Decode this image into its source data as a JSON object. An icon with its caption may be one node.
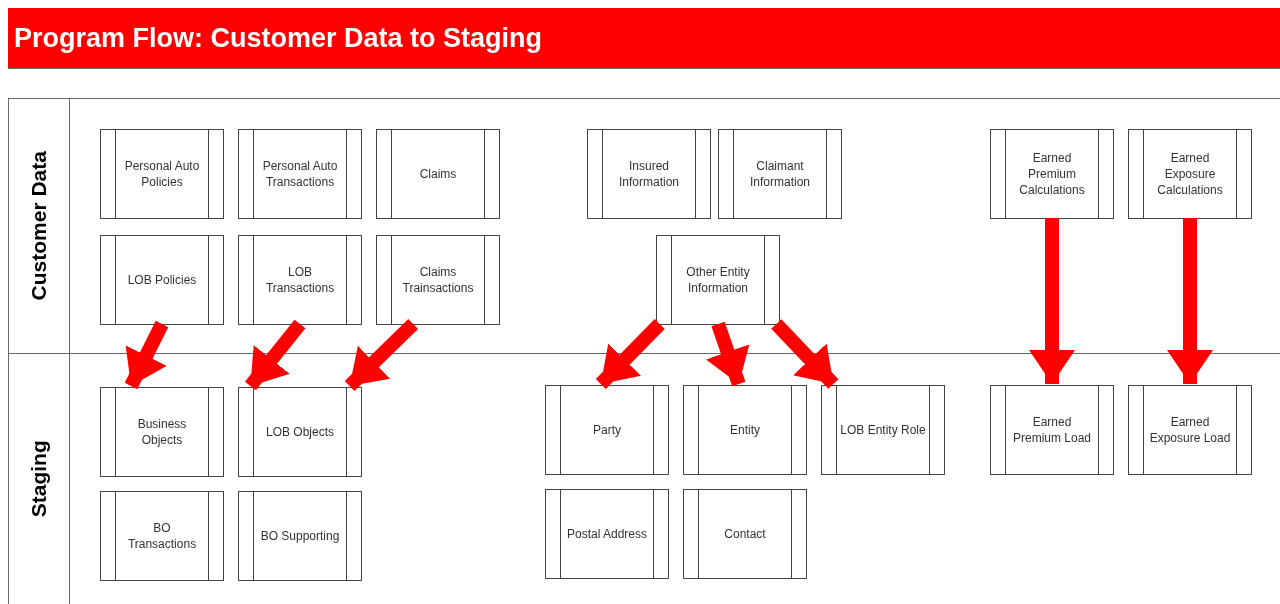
{
  "diagram": {
    "title": "Program Flow: Customer Data to Staging",
    "nodes": [
      {
        "text": [
          "Customer Data"
        ]
      },
      {
        "text": [
          "Staging"
        ]
      },
      {
        "text": [
          "Personal Auto Policies"
        ],
        "in": 0
      },
      {
        "text": [
          "Personal Auto Transactions"
        ],
        "in": 0
      },
      {
        "text": [
          "Claims"
        ],
        "in": 0
      },
      {
        "text": [
          "Insured Information"
        ],
        "in": 0
      },
      {
        "text": [
          "Claimant Information"
        ],
        "in": 0
      },
      {
        "text": [
          "Earned Premium Calculations"
        ],
        "in": 0
      },
      {
        "text": [
          "Earned Exposure Calculations"
        ],
        "in": 0
      },
      {
        "text": [
          "LOB Policies"
        ],
        "in": 0
      },
      {
        "text": [
          "LOB Transactions"
        ],
        "in": 0
      },
      {
        "text": [
          "Claims Trainsactions"
        ],
        "in": 0
      },
      {
        "text": [
          "Other Entity Information"
        ],
        "in": 0
      },
      {
        "text": [
          "Business Objects"
        ],
        "in": 1
      },
      {
        "text": [
          "LOB Objects"
        ],
        "in": 1
      },
      {
        "text": [
          "Party"
        ],
        "in": 1
      },
      {
        "text": [
          "Entity"
        ],
        "in": 1
      },
      {
        "text": [
          "LOB Entity Role"
        ],
        "in": 1
      },
      {
        "text": [
          "Earned Premium Load"
        ],
        "in": 1
      },
      {
        "text": [
          "Earned Exposure Load"
        ],
        "in": 1
      },
      {
        "text": [
          "BO Transactions"
        ],
        "in": 1
      },
      {
        "text": [
          "BO Supporting"
        ],
        "in": 1
      },
      {
        "text": [
          "Postal Address"
        ],
        "in": 1
      },
      {
        "text": [
          "Contact"
        ],
        "in": 1
      }
    ],
    "edges": [
      {
        "from": 9,
        "to": 13,
        "arrow": "to"
      },
      {
        "from": 10,
        "to": 14,
        "arrow": "to"
      },
      {
        "from": 11,
        "to": 14,
        "arrow": "to"
      },
      {
        "from": 12,
        "to": 15,
        "arrow": "to"
      },
      {
        "from": 12,
        "to": 16,
        "arrow": "to"
      },
      {
        "from": 12,
        "to": 17,
        "arrow": "to"
      },
      {
        "from": 7,
        "to": 18,
        "arrow": "to"
      },
      {
        "from": 8,
        "to": 19,
        "arrow": "to"
      }
    ]
  }
}
